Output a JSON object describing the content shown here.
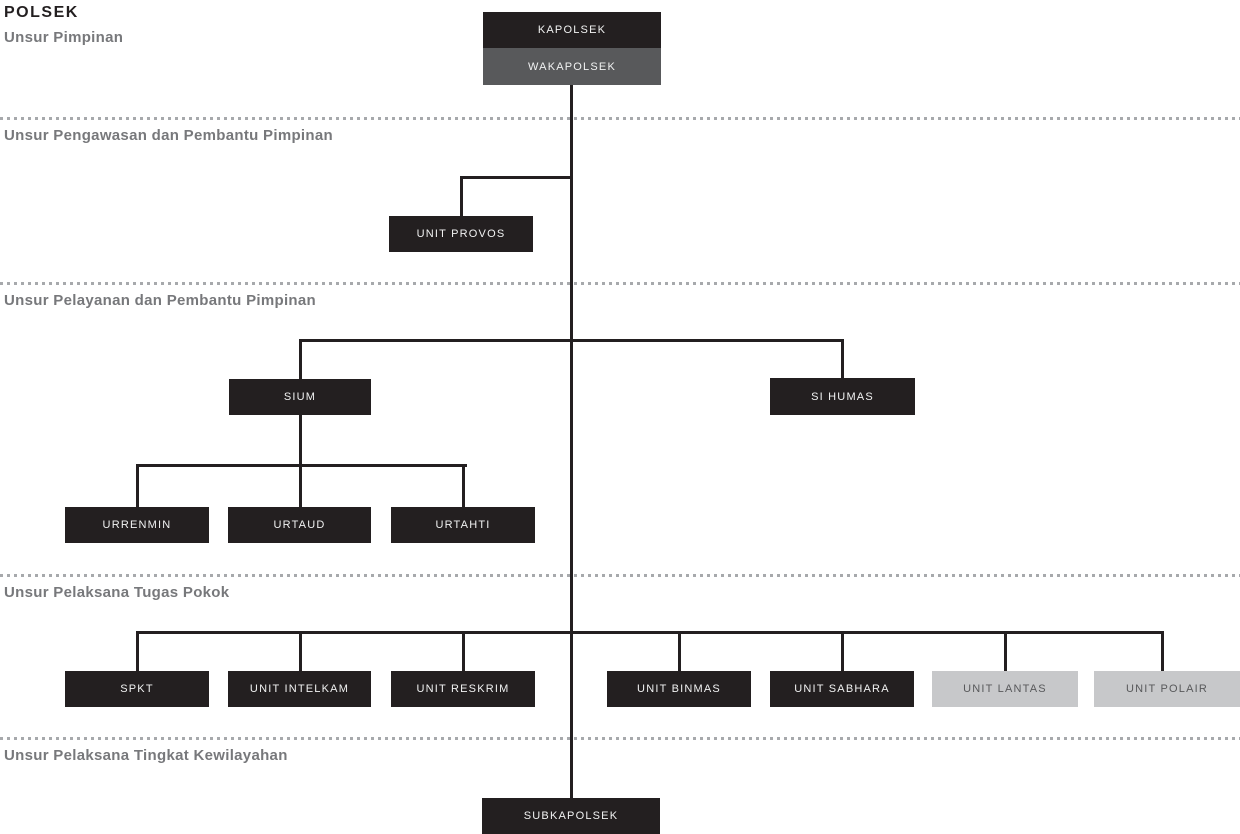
{
  "title": "POLSEK",
  "sections": {
    "pimpinan": {
      "label": "Unsur Pimpinan"
    },
    "pengawasan": {
      "label": "Unsur Pengawasan dan Pembantu Pimpinan"
    },
    "pelayanan": {
      "label": "Unsur Pelayanan dan Pembantu Pimpinan"
    },
    "pelaksana_pokok": {
      "label": "Unsur Pelaksana Tugas Pokok"
    },
    "kewilayahan": {
      "label": "Unsur Pelaksana Tingkat Kewilayahan"
    }
  },
  "nodes": {
    "kapolsek": {
      "label": "KAPOLSEK",
      "variant": "dark"
    },
    "wakapolsek": {
      "label": "WAKAPOLSEK",
      "variant": "gray"
    },
    "unit_provos": {
      "label": "UNIT PROVOS",
      "variant": "dark"
    },
    "sium": {
      "label": "SIUM",
      "variant": "dark"
    },
    "si_humas": {
      "label": "SI HUMAS",
      "variant": "dark"
    },
    "urrenmin": {
      "label": "URRENMIN",
      "variant": "dark"
    },
    "urtaud": {
      "label": "URTAUD",
      "variant": "dark"
    },
    "urtahti": {
      "label": "URTAHTI",
      "variant": "dark"
    },
    "spkt": {
      "label": "SPKT",
      "variant": "dark"
    },
    "unit_intelkam": {
      "label": "UNIT INTELKAM",
      "variant": "dark"
    },
    "unit_reskrim": {
      "label": "UNIT RESKRIM",
      "variant": "dark"
    },
    "unit_binmas": {
      "label": "UNIT BINMAS",
      "variant": "dark"
    },
    "unit_sabhara": {
      "label": "UNIT SABHARA",
      "variant": "dark"
    },
    "unit_lantas": {
      "label": "UNIT LANTAS",
      "variant": "light"
    },
    "unit_polair": {
      "label": "UNIT POLAIR",
      "variant": "light"
    },
    "subkapolsek": {
      "label": "SUBKAPOLSEK",
      "variant": "dark"
    }
  },
  "colors": {
    "background": "#ffffff",
    "node_dark": "#231f20",
    "node_gray": "#58595b",
    "node_light": "#c7c8ca",
    "node_text_light": "#f1f2f2",
    "node_text_dark": "#58595b",
    "connector_line": "#231f20",
    "separator_dashed": "#a7a9ac",
    "title_text": "#231f20",
    "section_text": "#77787b"
  }
}
